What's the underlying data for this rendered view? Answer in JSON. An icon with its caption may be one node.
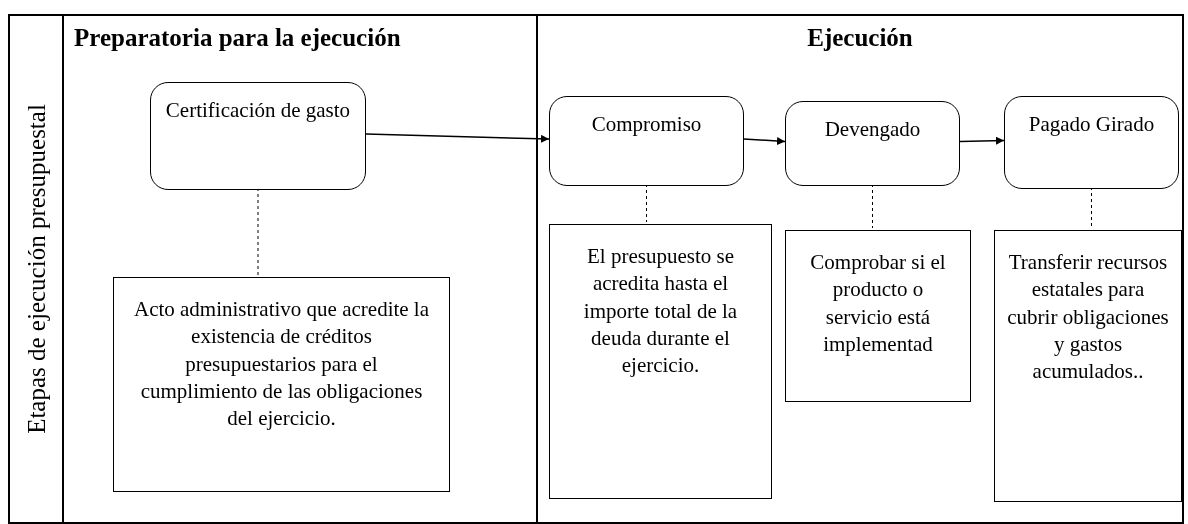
{
  "diagram": {
    "nodes": [
      {
        "text": [
          "Etapas de ejecución presupuestal"
        ]
      },
      {
        "text": [
          "Preparatoria para la ejecución"
        ]
      },
      {
        "text": [
          "Ejecución"
        ]
      },
      {
        "text": [
          "Certificación de gasto"
        ],
        "in": 1
      },
      {
        "text": [
          "Acto administrativo que acredite la existencia de créditos presupuestarios para el cumplimiento de las obligaciones del ejercicio."
        ],
        "in": 1
      },
      {
        "text": [
          "Compromiso"
        ],
        "in": 2
      },
      {
        "text": [
          "Devengado"
        ],
        "in": 2
      },
      {
        "text": [
          "Pagado Girado"
        ],
        "in": 2
      },
      {
        "text": [
          "El presupuesto se acredita hasta el importe total de la deuda durante el ejercicio."
        ],
        "in": 2
      },
      {
        "text": [
          "Comprobar si el producto o servicio está implementad"
        ],
        "in": 2
      },
      {
        "text": [
          "Transferir recursos estatales para cubrir obligaciones y gastos acumulados.."
        ],
        "in": 2
      }
    ],
    "edges": [
      {
        "from": 3,
        "to": 5,
        "arrow": "to"
      },
      {
        "from": 5,
        "to": 6,
        "arrow": "to"
      },
      {
        "from": 6,
        "to": 7,
        "arrow": "to"
      },
      {
        "from": 3,
        "to": 4,
        "arrow": "none",
        "style": "dashed"
      },
      {
        "from": 5,
        "to": 8,
        "arrow": "none",
        "style": "dashed"
      },
      {
        "from": 6,
        "to": 9,
        "arrow": "none",
        "style": "dashed"
      },
      {
        "from": 7,
        "to": 10,
        "arrow": "none",
        "style": "dashed"
      }
    ]
  }
}
